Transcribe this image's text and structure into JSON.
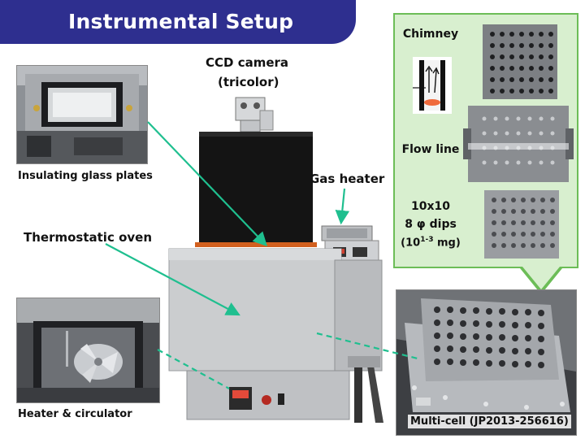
{
  "title": "Instrumental Setup",
  "labels": {
    "ccd_line1": "CCD camera",
    "ccd_line2": "(tricolor)",
    "insulating": "Insulating glass plates",
    "gas_heater": "Gas heater",
    "thermostatic": "Thermostatic oven",
    "heater_circ": "Heater & circulator",
    "multicell": "Multi-cell (JP2013-256616)"
  },
  "detail_panel": {
    "chimney": "Chimney",
    "flow_line": "Flow line",
    "spec_line1": "10x10",
    "spec_line2": "8 φ dips",
    "spec_line3_pre": "(10",
    "spec_line3_sup": "1-3",
    "spec_line3_post": " mg)"
  },
  "colors": {
    "banner": "#2e2f8f",
    "panel_fill": "#d8efcf",
    "panel_border": "#6cbd57",
    "arrow": "#1fbf8f"
  }
}
